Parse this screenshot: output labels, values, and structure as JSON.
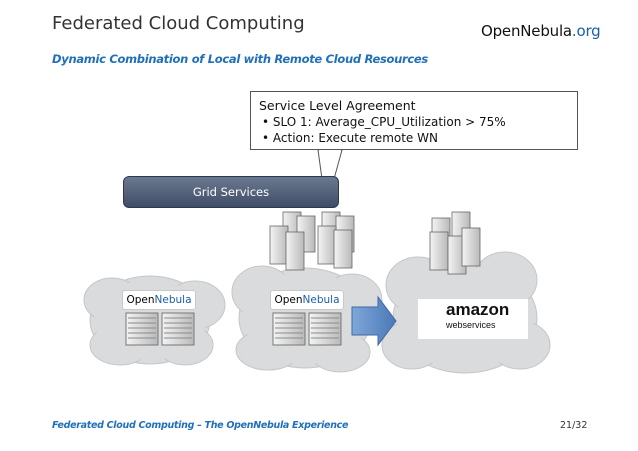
{
  "header": {
    "title": "Federated Cloud Computing",
    "brand_part1": "OpenNebula",
    "brand_part2": ".org",
    "subtitle": "Dynamic Combination of Local with Remote Cloud Resources"
  },
  "sla": {
    "heading": "Service Level Agreement",
    "lines": [
      "• SLO 1: Average_CPU_Utilization > 75%",
      "• Action: Execute remote WN"
    ]
  },
  "grid_services": {
    "label": "Grid Services"
  },
  "clouds": {
    "logo_part1": "Open",
    "logo_part2": "Nebula",
    "provider_name": "amazon",
    "provider_sub": "webservices"
  },
  "footer": {
    "text": "Federated Cloud Computing – The OpenNebula Experience",
    "page": "21/32"
  },
  "colors": {
    "accent": "#1f6fba",
    "arrow": "#5b8fc9",
    "cloud": "#d8dadc"
  }
}
